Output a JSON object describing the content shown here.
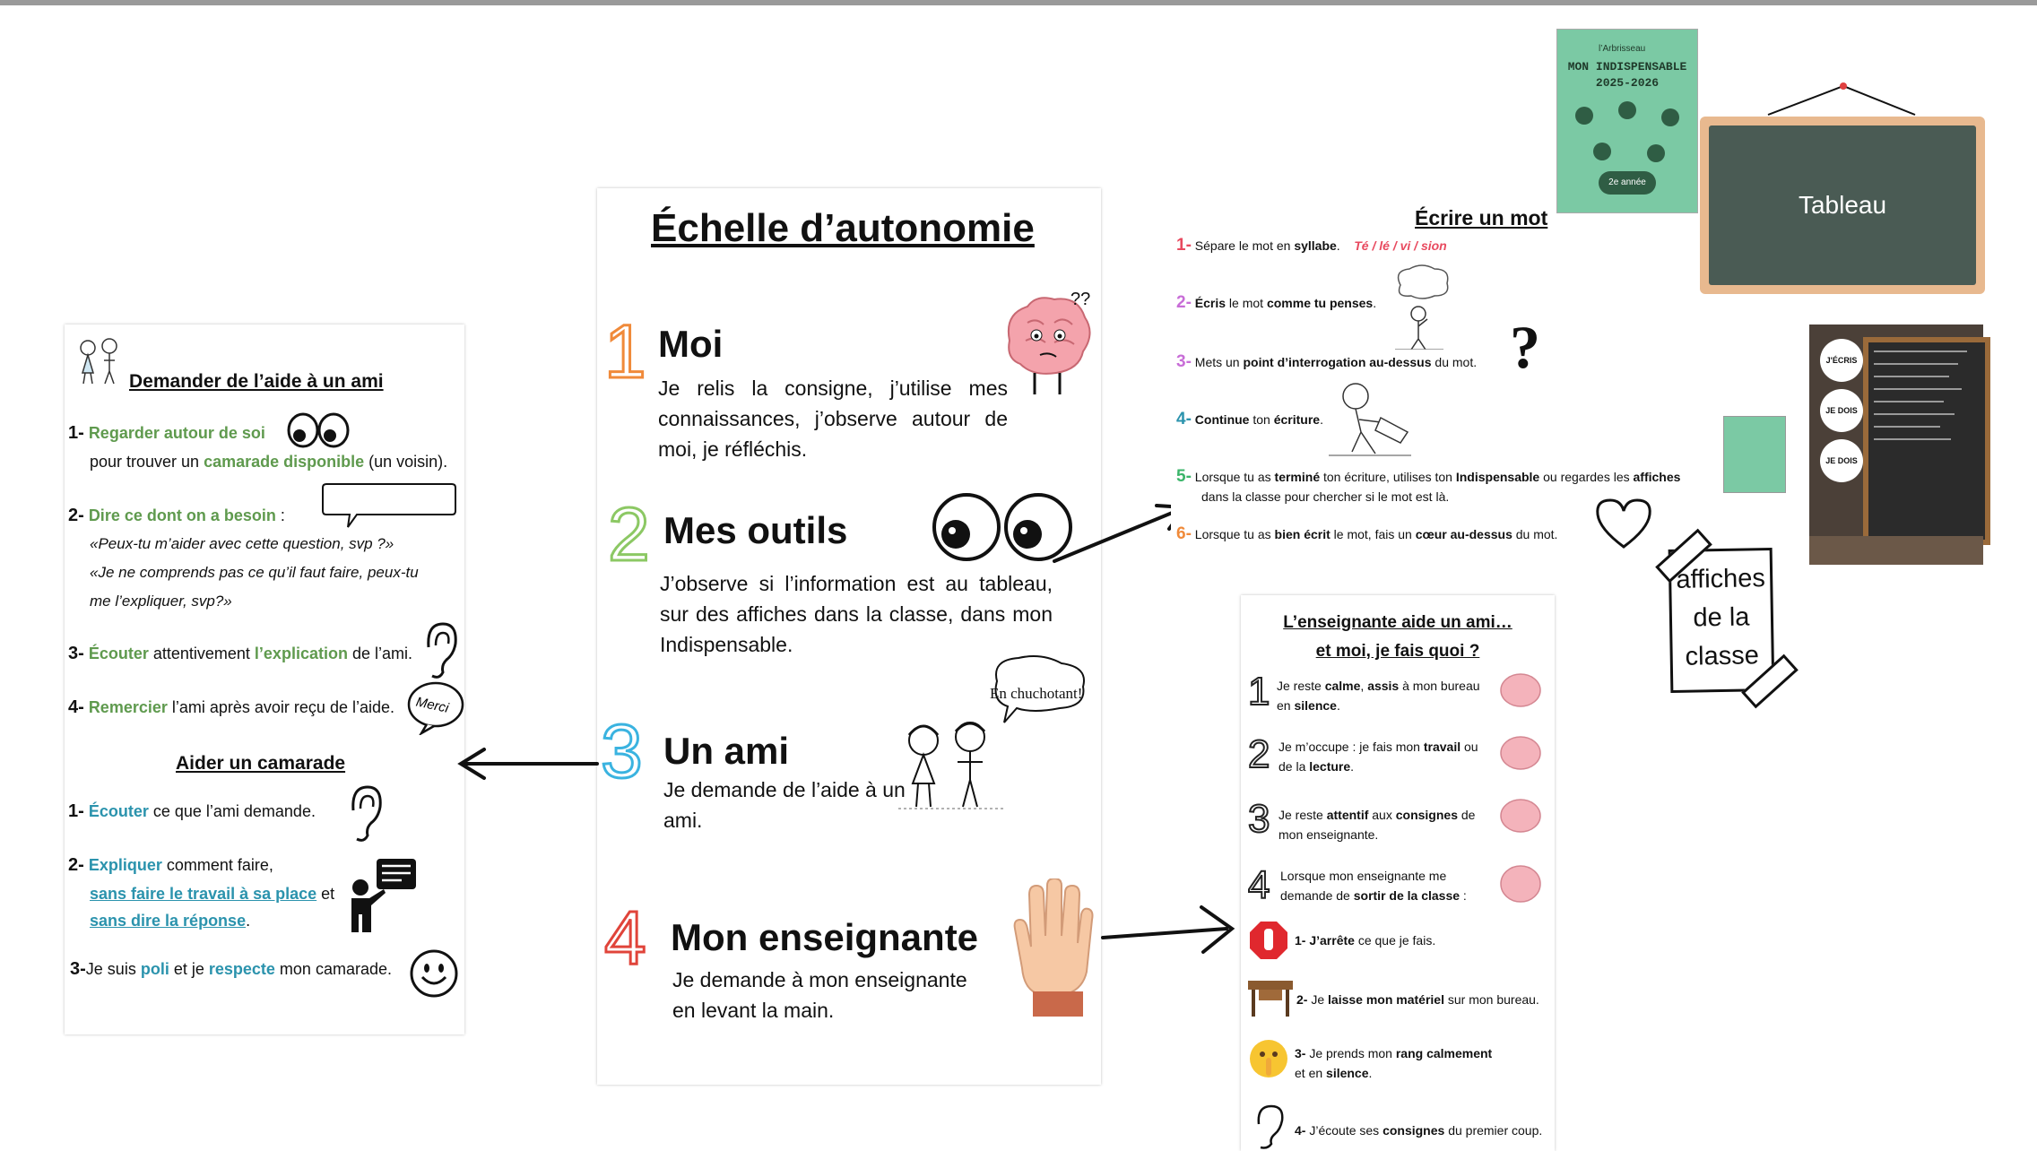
{
  "left": {
    "title": "Demander de l’aide à un ami",
    "items": [
      {
        "num": "1-",
        "a": "Regarder autour de soi",
        "b1": "pour trouver un ",
        "b2": "camarade disponible",
        "b3": " (un voisin)."
      },
      {
        "num": "2-",
        "a": "Dire ce dont on a besoin",
        "a2": " :",
        "q1": "«Peux-tu m’aider avec cette question, svp ?»",
        "q2": "«Je ne comprends pas ce qu’il faut faire, peux-tu",
        "q3": "me l’expliquer, svp?»"
      },
      {
        "num": "3-",
        "a": "Écouter",
        "b1": " attentivement ",
        "b2": "l’explication",
        "b3": " de l’ami."
      },
      {
        "num": "4-",
        "a": "Remercier",
        "b1": " l’ami après avoir reçu de l’aide."
      }
    ],
    "merci": "Merci",
    "title2": "Aider un camarade",
    "items2": [
      {
        "num": "1-",
        "a": "Écouter",
        "b1": " ce que l’ami demande."
      },
      {
        "num": "2-",
        "a": "Expliquer",
        "b1": " comment faire,",
        "c1": "sans faire le travail à sa place",
        "c2": " et",
        "c3": "sans dire la réponse",
        "c4": "."
      },
      {
        "num": "3-",
        "a0": "Je suis ",
        "a": "poli",
        "b1": " et je ",
        "b2": "respecte",
        "b3": " mon camarade."
      }
    ]
  },
  "center": {
    "title": "Échelle d’autonomie",
    "steps": [
      {
        "n": "1",
        "title": "Moi",
        "text": "Je relis la consigne, j’utilise mes connaissances, j’observe autour de moi, je réfléchis.",
        "color": "#f08a3a"
      },
      {
        "n": "2",
        "title": "Mes outils",
        "text": "J’observe si l’information est au tableau, sur des affiches dans la classe, dans mon Indispensable.",
        "color": "#8cc864"
      },
      {
        "n": "3",
        "title": "Un ami",
        "text": "Je demande de l’aide à un ami.",
        "bubble": "En chuchotant!",
        "color": "#3ab3e0"
      },
      {
        "n": "4",
        "title": "Mon enseignante",
        "text": "Je demande à mon enseignante en levant la main.",
        "color": "#e0443a"
      }
    ]
  },
  "write": {
    "title": "Écrire un mot",
    "rows": [
      {
        "n": "1-",
        "color": "#e84a5f",
        "t1": "Sépare le mot en ",
        "t2": "syllabe",
        "t3": ".",
        "extra": "Té / lé / vi / sion"
      },
      {
        "n": "2-",
        "color": "#c86dd7",
        "t1": "",
        "t2": "Écris",
        "t3": " le mot ",
        "t4": "comme tu penses",
        "t5": "."
      },
      {
        "n": "3-",
        "color": "#c86dd7",
        "t1": "Mets un ",
        "t2": "point d’interrogation au-dessus",
        "t3": " du mot."
      },
      {
        "n": "4-",
        "color": "#2b93ad",
        "t1": "",
        "t2": "Continue",
        "t3": " ton ",
        "t4": "écriture",
        "t5": "."
      },
      {
        "n": "5-",
        "color": "#3bb56a",
        "t1": "Lorsque tu as ",
        "t2": "terminé",
        "t3": " ton écriture, utilises ton ",
        "t4": "Indispensable",
        "t5": " ou regardes les ",
        "t6": "affiches",
        "line2": "dans la classe pour chercher si le mot est là."
      },
      {
        "n": "6-",
        "color": "#f08a3a",
        "t1": "Lorsque tu as ",
        "t2": "bien écrit",
        "t3": " le mot, fais un ",
        "t4": "cœur au-dessus",
        "t5": " du mot."
      }
    ]
  },
  "teacher": {
    "title1": "L’enseignante aide un ami…",
    "title2": "et moi, je fais quoi ?",
    "rows": [
      {
        "n": "1",
        "l1a": "Je reste ",
        "l1b": "calme",
        "l1c": ", ",
        "l1d": "assis",
        "l1e": " à mon bureau",
        "l2a": "en ",
        "l2b": "silence",
        "l2c": "."
      },
      {
        "n": "2",
        "l1a": "Je m’occupe : je fais mon ",
        "l1b": "travail",
        "l1c": " ou",
        "l2a": "de la ",
        "l2b": "lecture",
        "l2c": "."
      },
      {
        "n": "3",
        "l1a": "Je reste ",
        "l1b": "attentif",
        "l1c": " aux ",
        "l1d": "consignes",
        "l1e": " de",
        "l2a": "mon enseignante."
      },
      {
        "n": "4",
        "l1a": "Lorsque mon enseignante me",
        "l2a": "demande de ",
        "l2b": "sortir de la classe",
        "l2c": " :"
      }
    ],
    "subs": [
      {
        "a": "1- J’arrête",
        "b": " ce que je fais."
      },
      {
        "a": "2- ",
        "b1": "Je ",
        "b2": "laisse mon matériel",
        "b3": " sur mon bureau."
      },
      {
        "a": "3- ",
        "b1": "Je prends mon ",
        "b2": "rang calmement",
        "l2a": "et en ",
        "l2b": "silence",
        "l2c": "."
      },
      {
        "a": "4- ",
        "b1": "J’écoute ses ",
        "b2": "consignes",
        "b3": " du premier coup."
      }
    ]
  },
  "tableau": {
    "label": "Tableau"
  },
  "affiches": {
    "line1": "affiches",
    "line2": "de la",
    "line3": "classe"
  },
  "booklet": {
    "brand": "l’Arbrisseau",
    "title": "MON INDISPENSABLE",
    "year": "2025-2026",
    "badge": "2e année"
  },
  "photo": {
    "labels": [
      "J'ÉCRIS",
      "JE DOIS",
      "JE DOIS"
    ]
  }
}
